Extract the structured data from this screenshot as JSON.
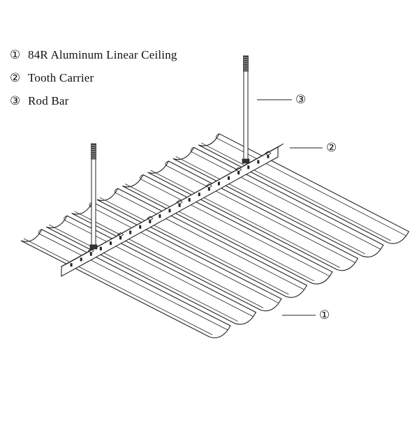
{
  "legend": [
    {
      "marker": "①",
      "label": "84R Aluminum Linear Ceiling"
    },
    {
      "marker": "②",
      "label": "Tooth Carrier"
    },
    {
      "marker": "③",
      "label": "Rod Bar"
    }
  ],
  "callouts": {
    "rod_bar": "③",
    "tooth_carrier": "②",
    "ceiling": "①"
  },
  "colors": {
    "line": "#222222",
    "background": "#ffffff"
  }
}
